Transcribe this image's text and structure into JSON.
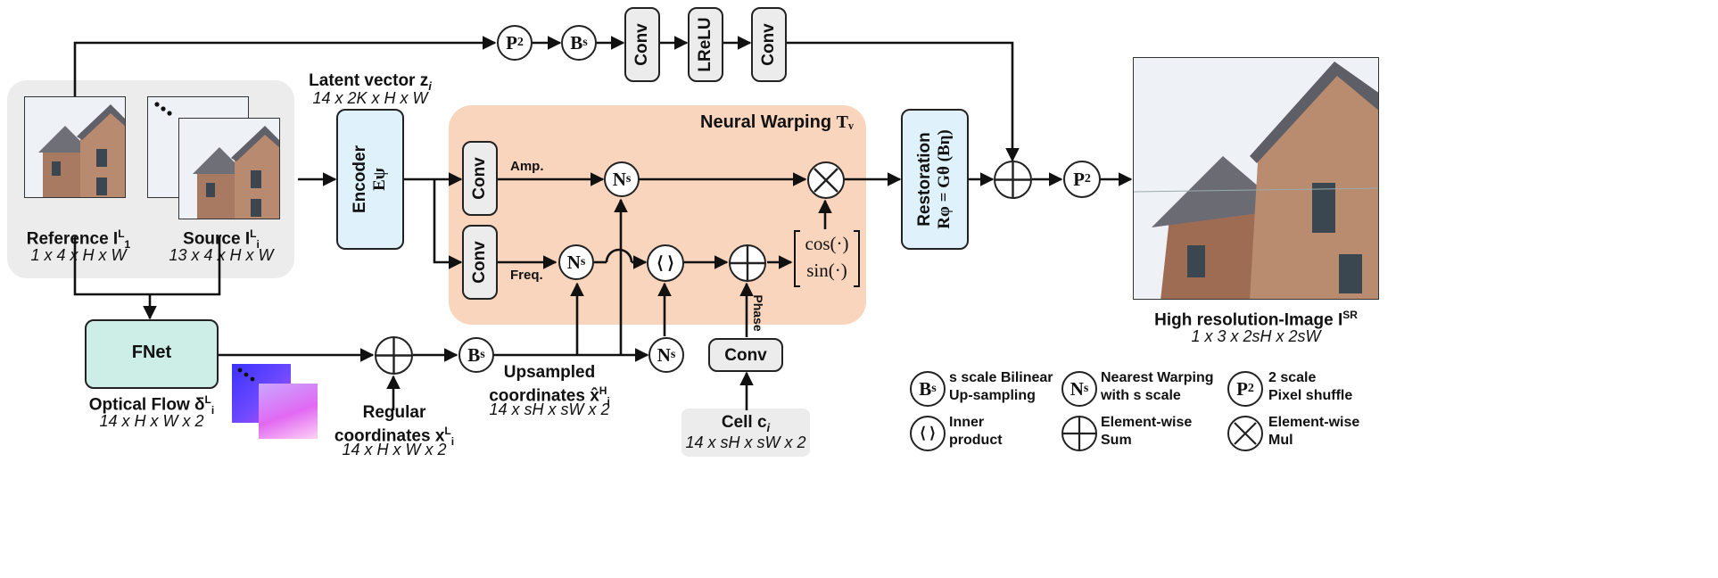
{
  "title": "Neural Warping",
  "title_symbol": "Tᵥ",
  "encoder": {
    "label": "Encoder",
    "symbol": "Eψ"
  },
  "restoration": {
    "label": "Restoration",
    "formula": "Rφ = Gθ (Bη)"
  },
  "fnet": {
    "label": "FNet"
  },
  "conv_label": "Conv",
  "lrelu_label": "LReLU",
  "amp_label": "Amp.",
  "freq_label": "Freq.",
  "phase_label": "Phase",
  "op_p": "P",
  "op_p_sub": "2",
  "op_b": "B",
  "op_n": "N",
  "op_s_sub": "s",
  "latent": {
    "label": "Latent vector z",
    "label_sub": "i",
    "dims": "14 x 2K x H x W"
  },
  "reference": {
    "label": "Reference I",
    "sup": "L",
    "sub": "1",
    "dims": "1 x 4 x H x W"
  },
  "source": {
    "label": "Source I",
    "sup": "L",
    "sub": "i",
    "dims": "13 x 4 x H x W"
  },
  "optical_flow": {
    "label": "Optical Flow δ",
    "sup": "L",
    "sub": "i",
    "dims": "14 x H x W x 2"
  },
  "regular_coords": {
    "line1": "Regular",
    "line2": "coordinates x",
    "sup": "L",
    "sub": "i",
    "dims": "14 x H x W x 2"
  },
  "upsampled_coords": {
    "line1": "Upsampled",
    "line2": "coordinates x̂",
    "sup": "H",
    "sub": "i",
    "dims": "14 x sH x sW x 2"
  },
  "cell": {
    "label": "Cell  c",
    "sub": "i",
    "dims": "14 x sH x sW x 2"
  },
  "cos_label": "cos(·)",
  "sin_label": "sin(·)",
  "inner_product_symbol": "⟨ ⟩",
  "output": {
    "label": "High resolution-Image  I",
    "sup": "SR",
    "dims": "1 x 3 x 2sH x 2sW"
  },
  "legend": [
    {
      "symbol": "Bs",
      "line1": "s scale Bilinear",
      "line2": "Up-sampling"
    },
    {
      "symbol": "Ns",
      "line1": "Nearest Warping",
      "line2": "with s scale"
    },
    {
      "symbol": "P2",
      "line1": "2 scale",
      "line2": "Pixel shuffle"
    },
    {
      "symbol": "inner-product",
      "line1": "Inner",
      "line2": "product"
    },
    {
      "symbol": "element-sum",
      "line1": "Element-wise",
      "line2": "Sum"
    },
    {
      "symbol": "element-mul",
      "line1": "Element-wise",
      "line2": "Mul"
    }
  ],
  "colors": {
    "warping_bg": "#f9d5bd",
    "input_bg": "#ececec",
    "blue_box": "#dff1fb",
    "fnet_box": "#cdeee6",
    "line": "#111111"
  }
}
